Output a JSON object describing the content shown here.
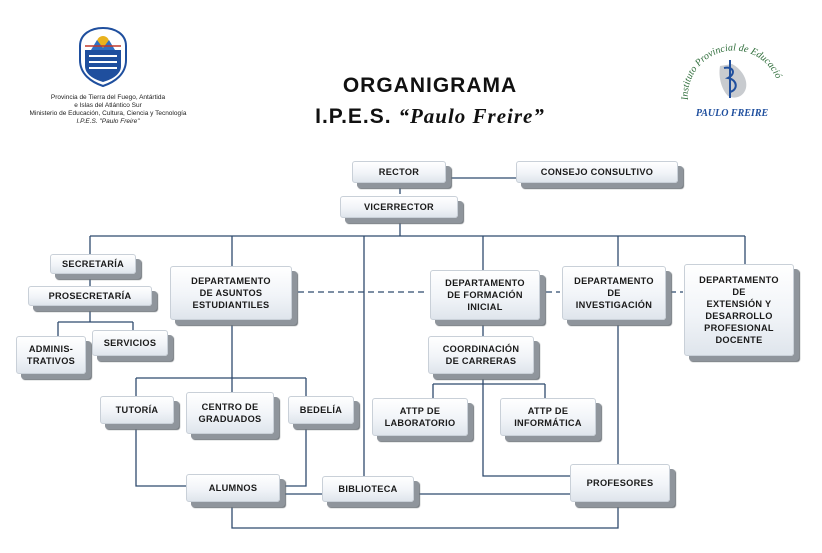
{
  "header": {
    "left_logo_caption": {
      "line1": "Provincia de Tierra del Fuego, Antártida",
      "line2": "e Islas del Atlántico Sur",
      "line3": "Ministerio de Educación, Cultura, Ciencia y Tecnología",
      "line4": "I.P.E.S. \"Paulo Freire\""
    },
    "title_line1": "ORGANIGRAMA",
    "title_line2_prefix": "I.P.E.S. ",
    "title_line2_name": "“Paulo Freire”",
    "right_logo_text": "Instituto Provincial de Educación Superior",
    "right_logo_name": "PAULO FREIRE"
  },
  "nodes": {
    "rector": "RECTOR",
    "consejo": "CONSEJO CONSULTIVO",
    "vicerrector": "VICERRECTOR",
    "secretaria": "SECRETARÍA",
    "prosecretaria": "PROSECRETARÍA",
    "administrativos": "ADMINIS-\nTRATIVOS",
    "servicios": "SERVICIOS",
    "dep_asuntos": "DEPARTAMENTO\nDE ASUNTOS\nESTUDIANTILES",
    "dep_formacion": "DEPARTAMENTO\nDE FORMACIÓN\nINICIAL",
    "dep_investigacion": "DEPARTAMENTO\nDE\nINVESTIGACIÓN",
    "dep_extension": "DEPARTAMENTO\nDE\nEXTENSIÓN Y\nDESARROLLO\nPROFESIONAL\nDOCENTE",
    "coordinacion": "COORDINACIÓN\nDE CARRERAS",
    "attp_lab": "ATTP DE\nLABORATORIO",
    "attp_inf": "ATTP DE\nINFORMÁTICA",
    "tutoria": "TUTORÍA",
    "centro_graduados": "CENTRO DE\nGRADUADOS",
    "bedelia": "BEDELÍA",
    "alumnos": "ALUMNOS",
    "biblioteca": "BIBLIOTECA",
    "profesores": "PROFESORES"
  },
  "colors": {
    "box_top": "#ffffff",
    "box_bottom": "#dfe5ec",
    "shadow": "#8f959c",
    "connector": "#2f4a6e",
    "logo_blue": "#1f4f9e",
    "logo_green": "#2e6d3a"
  }
}
